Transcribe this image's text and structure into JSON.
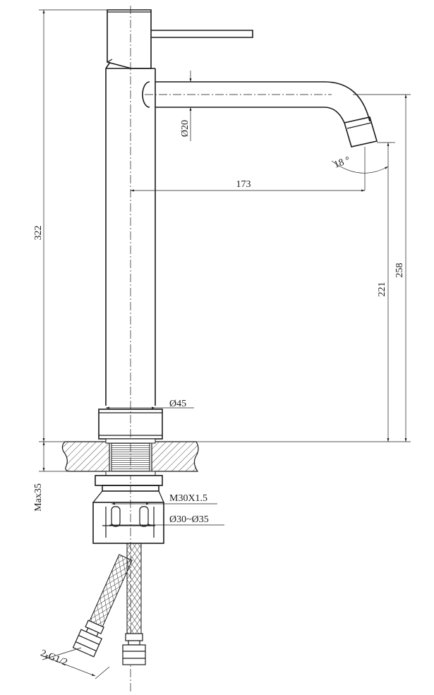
{
  "drawing": {
    "labels": {
      "spout_diameter": "Ø20",
      "spout_angle": "18 °",
      "spout_reach": "173",
      "total_height": "322",
      "outlet_height": "221",
      "spout_top_height": "258",
      "body_diameter": "Ø45",
      "max_thickness": "Max35",
      "thread": "M30X1.5",
      "hole_diameter": "Ø30~Ø35",
      "hose_connection": "2-G1/2"
    }
  }
}
